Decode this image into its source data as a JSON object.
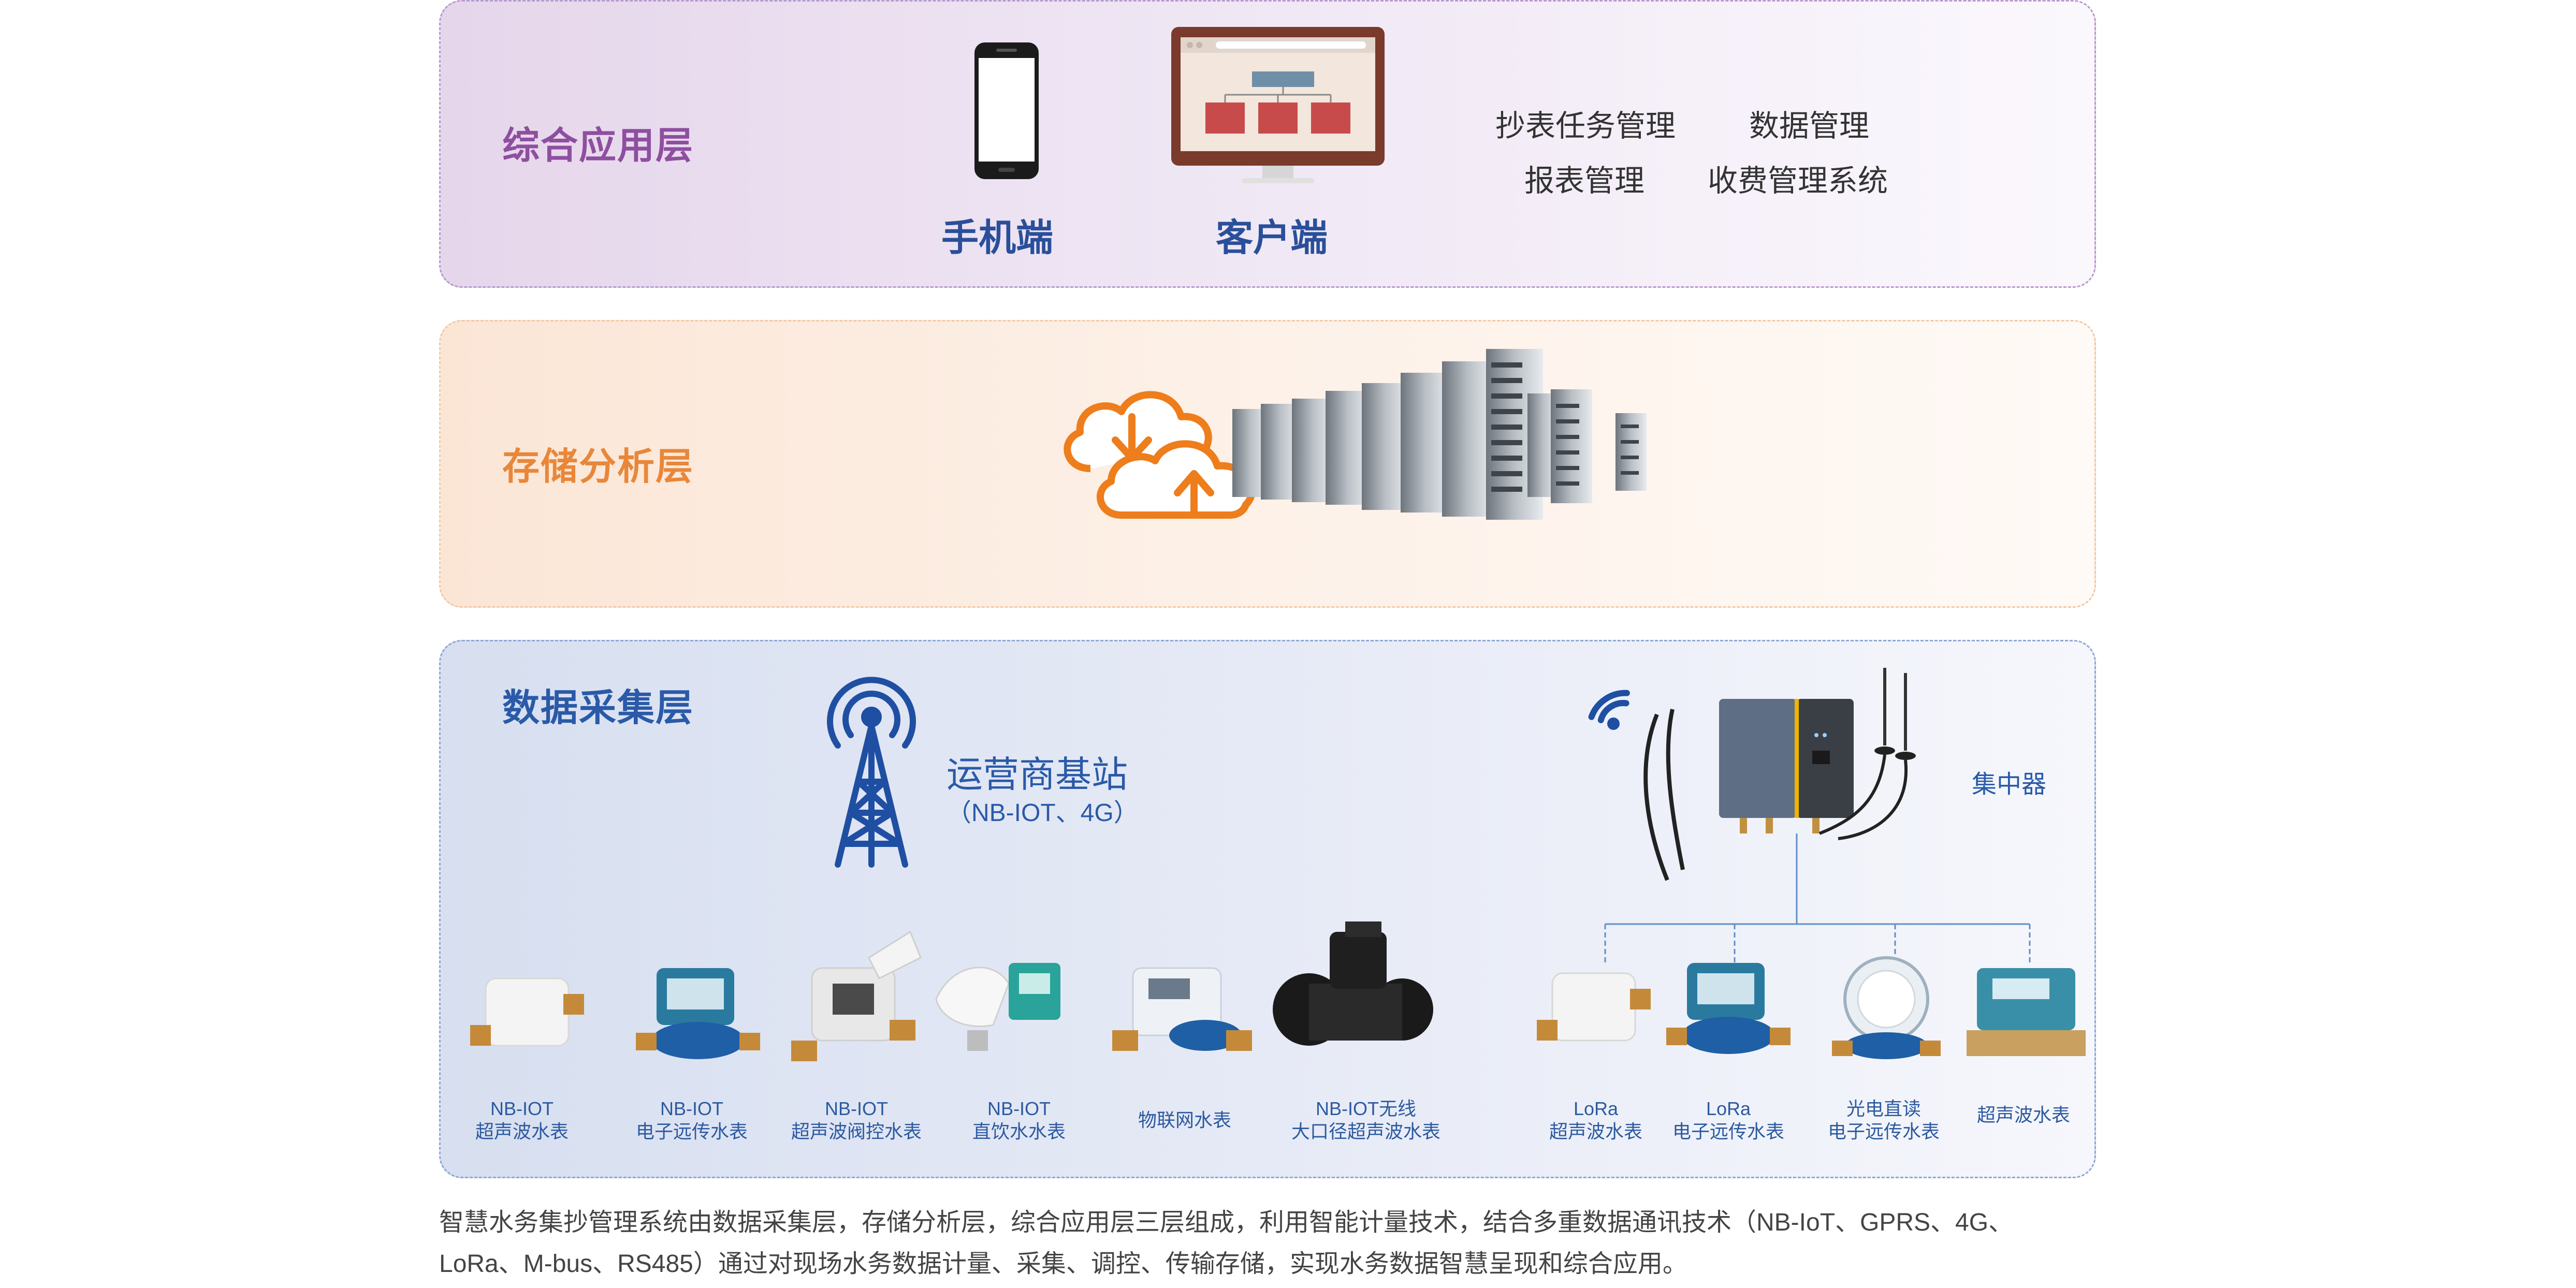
{
  "layers": {
    "app": {
      "title": "综合应用层",
      "mobile_label": "手机端",
      "client_label": "客户端",
      "functions": [
        "抄表任务管理",
        "数据管理",
        "报表管理",
        "收费管理系统"
      ]
    },
    "storage": {
      "title": "存储分析层"
    },
    "data": {
      "title": "数据采集层",
      "base_station": {
        "name": "运营商基站",
        "sub": "（NB-IOT、4G）"
      },
      "concentrator_label": "集中器",
      "meters": [
        {
          "line1": "NB-IOT",
          "line2": "超声波水表"
        },
        {
          "line1": "NB-IOT",
          "line2": "电子远传水表"
        },
        {
          "line1": "NB-IOT",
          "line2": "超声波阀控水表"
        },
        {
          "line1": "NB-IOT",
          "line2": "直饮水水表"
        },
        {
          "line1": "物联网水表",
          "line2": ""
        },
        {
          "line1": "NB-IOT无线",
          "line2": "大口径超声波水表"
        },
        {
          "line1": "LoRa",
          "line2": "超声波水表"
        },
        {
          "line1": "LoRa",
          "line2": "电子远传水表"
        },
        {
          "line1": "光电直读",
          "line2": "电子远传水表"
        },
        {
          "line1": "超声波水表",
          "line2": ""
        }
      ]
    }
  },
  "description": {
    "line1": "智慧水务集抄管理系统由数据采集层，存储分析层，综合应用层三层组成，利用智能计量技术，结合多重数据通讯技术（NB-IoT、GPRS、4G、",
    "line2": "LoRa、M-bus、RS485）通过对现场水务数据计量、采集、调控、传输存储，实现水务数据智慧呈现和综合应用。"
  },
  "colors": {
    "app_title": "#8e4fa0",
    "storage_title": "#e8873a",
    "data_title": "#2a5aa8",
    "accent_blue": "#1f4fa3",
    "cloud_orange": "#ee7d1c"
  },
  "icons": [
    "smartphone-icon",
    "monitor-icon",
    "cloud-sync-icon",
    "server-rack-icon",
    "signal-tower-icon",
    "wifi-icon",
    "concentrator-icon",
    "water-meter-icon"
  ]
}
